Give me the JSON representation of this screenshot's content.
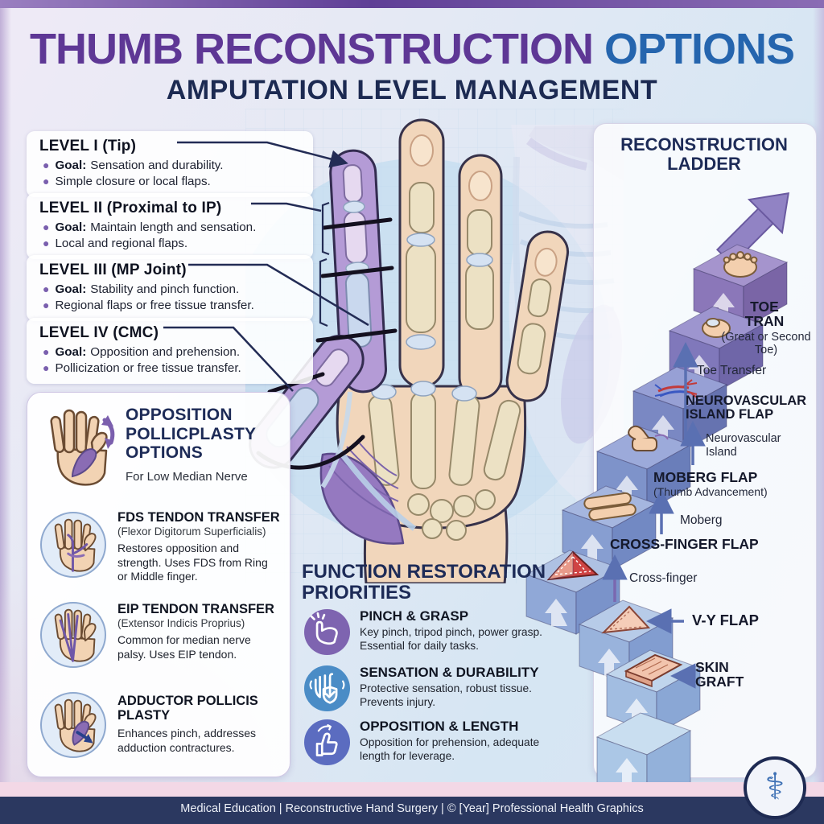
{
  "poster": {
    "title_primary": "THUMB RECONSTRUCTION",
    "title_accent": " OPTIONS",
    "subtitle": "AMPUTATION LEVEL MANAGEMENT",
    "colors": {
      "title_purple": "#5e3795",
      "title_blue": "#2565ae",
      "navy": "#1d2b57",
      "footer_bg": "#2b3860",
      "ladder_blue": "#aecbe8",
      "ladder_purple": "#9e8ac6",
      "bullet_purple": "#7a5fae"
    }
  },
  "amputation_levels": [
    {
      "title": "LEVEL I (Tip)",
      "goal_label": "Goal:",
      "goal_text": "Sensation and durability.",
      "option": "Simple closure or local flaps."
    },
    {
      "title": "LEVEL II (Proximal to IP)",
      "goal_label": "Goal:",
      "goal_text": "Maintain length and sensation.",
      "option": "Local and regional flaps."
    },
    {
      "title": "LEVEL III (MP Joint)",
      "goal_label": "Goal:",
      "goal_text": "Stability and pinch function.",
      "option": "Regional flaps or free tissue transfer."
    },
    {
      "title": "LEVEL IV (CMC)",
      "goal_label": "Goal:",
      "goal_text": "Opposition and prehension.",
      "option": "Pollicization or free tissue transfer."
    }
  ],
  "opposition_panel": {
    "heading": "OPPOSITION POLLICPLASTY OPTIONS",
    "subheading": "For Low Median Nerve",
    "header_icon": "opposition-hand-icon",
    "items": [
      {
        "title": "FDS TENDON TRANSFER",
        "subtitle": "(Flexor Digitorum Superficialis)",
        "desc": "Restores opposition and strength. Uses FDS from Ring or Middle finger.",
        "icon": "fds-transfer-hand-icon"
      },
      {
        "title": "EIP TENDON TRANSFER",
        "subtitle": "(Extensor Indicis Proprius)",
        "desc": "Common for median nerve palsy. Uses EIP tendon.",
        "icon": "eip-transfer-hand-icon"
      },
      {
        "title": "ADDUCTOR POLLICIS PLASTY",
        "desc": "Enhances pinch, addresses adduction contractures.",
        "icon": "adductor-hand-icon"
      }
    ]
  },
  "priorities": {
    "heading": "FUNCTION RESTORATION PRIORITIES",
    "items": [
      {
        "title": "PINCH & GRASP",
        "desc": "Key pinch, tripod pinch, power grasp. Essential for daily tasks.",
        "icon": "pinch-hand-icon",
        "color": "#7e64b0"
      },
      {
        "title": "SENSATION & DURABILITY",
        "desc": "Protective sensation, robust tissue. Prevents injury.",
        "icon": "hand-shield-icon",
        "color": "#4a8cc6"
      },
      {
        "title": "OPPOSITION & LENGTH",
        "desc": "Opposition for prehension, adequate length for leverage.",
        "icon": "thumbs-up-icon",
        "color": "#5b6cc0"
      }
    ]
  },
  "ladder": {
    "heading": "RECONSTRUCTION LADDER",
    "rungs": [
      {
        "title": "TOE TRAN",
        "subtitle": "(Great or Second Toe)",
        "annotation": "Toe Transfer",
        "icon": "toe-icon"
      },
      {
        "title": "NEUROVASCULAR ISLAND FLAP",
        "annotation": "Neurovascular Island",
        "icon": "neurovascular-bundle-icon"
      },
      {
        "title": "MOBERG FLAP",
        "subtitle": "(Thumb Advancement)",
        "annotation": "Moberg",
        "icon": "thumbs-up-step-icon"
      },
      {
        "title": "CROSS-FINGER FLAP",
        "annotation": "Cross-finger",
        "icon": "two-fingers-icon"
      },
      {
        "title": "V-Y FLAP",
        "icon": "vy-triangle-icon"
      },
      {
        "title": "SKIN GRAFT",
        "icon": "skin-graft-patch-icon"
      }
    ]
  },
  "footer": {
    "text": "Medical Education | Reconstructive Hand Surgery | © [Year] Professional Health Graphics",
    "medical_symbol": "⚕"
  }
}
